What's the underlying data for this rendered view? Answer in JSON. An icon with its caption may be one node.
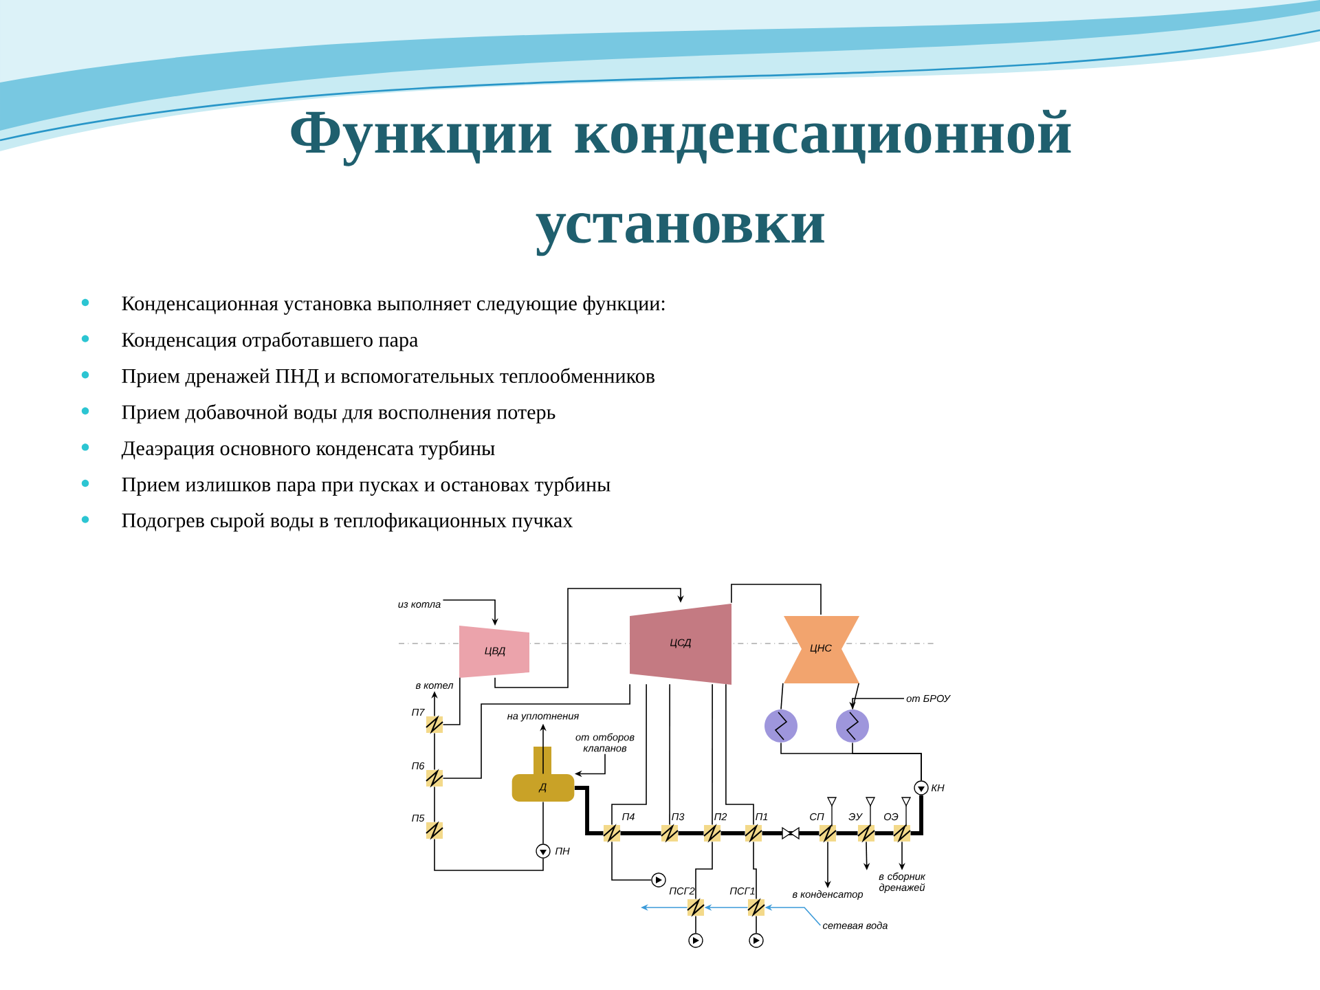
{
  "diagram": {
    "title": "Функции конденсационной установки",
    "nodes": [
      {
        "text": [
          "ЦВД"
        ]
      },
      {
        "text": [
          "ЦСД"
        ]
      },
      {
        "text": [
          "ЦНС"
        ]
      },
      {
        "text": [
          "П7"
        ]
      },
      {
        "text": [
          "П6"
        ]
      },
      {
        "text": [
          "П5"
        ]
      },
      {
        "text": [
          "Д"
        ]
      },
      {
        "text": [
          "ПН"
        ]
      },
      {
        "text": [
          "П4"
        ]
      },
      {
        "text": [
          "П3"
        ]
      },
      {
        "text": [
          "П2"
        ]
      },
      {
        "text": [
          "П1"
        ]
      },
      {
        "text": [
          "СП"
        ]
      },
      {
        "text": [
          "ЭУ"
        ]
      },
      {
        "text": [
          "ОЭ"
        ]
      },
      {
        "text": [
          "КН"
        ]
      },
      {
        "text": [],
        "shape": "circle"
      },
      {
        "text": [],
        "shape": "circle"
      },
      {
        "text": [
          "ПСГ2"
        ]
      },
      {
        "text": [
          "ПСГ1"
        ]
      },
      {
        "text": [],
        "shape": "circle"
      },
      {
        "text": [],
        "shape": "circle"
      },
      {
        "text": [],
        "shape": "circle"
      },
      {
        "text": [
          "из котла"
        ]
      },
      {
        "text": [
          "в котел"
        ]
      },
      {
        "text": [
          "на уплотнения"
        ]
      },
      {
        "text": [
          "от отборов клапанов"
        ]
      },
      {
        "text": [
          "от БРОУ"
        ]
      },
      {
        "text": [
          "в конденсатор"
        ]
      },
      {
        "text": [
          "в сборник дренажей"
        ]
      },
      {
        "text": [
          "сетевая вода"
        ]
      }
    ],
    "edges": [
      {
        "from": 23,
        "to": 0,
        "arrow": "to"
      },
      {
        "from": 0,
        "to": 1,
        "arrow": "to"
      },
      {
        "from": 1,
        "to": 2,
        "arrow": "none"
      },
      {
        "from": 2,
        "to": 16,
        "arrow": "none"
      },
      {
        "from": 2,
        "to": 17,
        "arrow": "none"
      },
      {
        "from": 16,
        "to": 15,
        "arrow": "none"
      },
      {
        "from": 17,
        "to": 15,
        "arrow": "none"
      },
      {
        "from": 15,
        "to": 14,
        "arrow": "none",
        "style": "thick"
      },
      {
        "from": 14,
        "to": 13,
        "arrow": "none",
        "style": "thick"
      },
      {
        "from": 13,
        "to": 12,
        "arrow": "none",
        "style": "thick"
      },
      {
        "from": 12,
        "to": 11,
        "arrow": "none",
        "style": "thick"
      },
      {
        "from": 11,
        "to": 10,
        "arrow": "none",
        "style": "thick"
      },
      {
        "from": 10,
        "to": 9,
        "arrow": "none",
        "style": "thick"
      },
      {
        "from": 9,
        "to": 8,
        "arrow": "none",
        "style": "thick"
      },
      {
        "from": 8,
        "to": 6,
        "arrow": "none",
        "style": "thick"
      },
      {
        "from": 6,
        "to": 7,
        "arrow": "none"
      },
      {
        "from": 7,
        "to": 5,
        "arrow": "none"
      },
      {
        "from": 5,
        "to": 4,
        "arrow": "none"
      },
      {
        "from": 4,
        "to": 3,
        "arrow": "none"
      },
      {
        "from": 3,
        "to": 24,
        "arrow": "to"
      },
      {
        "from": 0,
        "to": 3,
        "arrow": "none"
      },
      {
        "from": 1,
        "to": 4,
        "arrow": "none"
      },
      {
        "from": 1,
        "to": 8,
        "arrow": "none"
      },
      {
        "from": 1,
        "to": 9,
        "arrow": "none"
      },
      {
        "from": 1,
        "to": 10,
        "arrow": "none"
      },
      {
        "from": 1,
        "to": 11,
        "arrow": "none"
      },
      {
        "from": 10,
        "to": 18,
        "arrow": "none"
      },
      {
        "from": 11,
        "to": 19,
        "arrow": "none"
      },
      {
        "from": 18,
        "to": 21,
        "arrow": "none"
      },
      {
        "from": 19,
        "to": 22,
        "arrow": "none"
      },
      {
        "from": 30,
        "to": 19,
        "arrow": "to",
        "color": "#3b9ad9"
      },
      {
        "from": 19,
        "to": 18,
        "arrow": "to",
        "color": "#3b9ad9"
      },
      {
        "from": 18,
        "to": null,
        "arrow": "to",
        "color": "#3b9ad9"
      },
      {
        "from": 12,
        "to": 28,
        "arrow": "to"
      },
      {
        "from": 13,
        "to": 29,
        "arrow": "to"
      },
      {
        "from": 14,
        "to": 29,
        "arrow": "to"
      },
      {
        "from": 27,
        "to": 17,
        "arrow": "to"
      },
      {
        "from": 6,
        "to": 25,
        "arrow": "to"
      },
      {
        "from": 26,
        "to": 6,
        "arrow": "to"
      },
      {
        "from": 8,
        "to": 20,
        "arrow": "none"
      }
    ],
    "labels": [
      "Конденсационная установка выполняет следующие функции:",
      "Конденсация отработавшего пара",
      "Прием дренажей ПНД и вспомогательных теплообменников",
      "Прием добавочной воды для восполнения потерь",
      "Деаэрация основного конденсата турбины",
      "Прием излишков пара при пусках и остановах турбины",
      "Подогрев сырой воды в теплофикационных пучках"
    ]
  }
}
